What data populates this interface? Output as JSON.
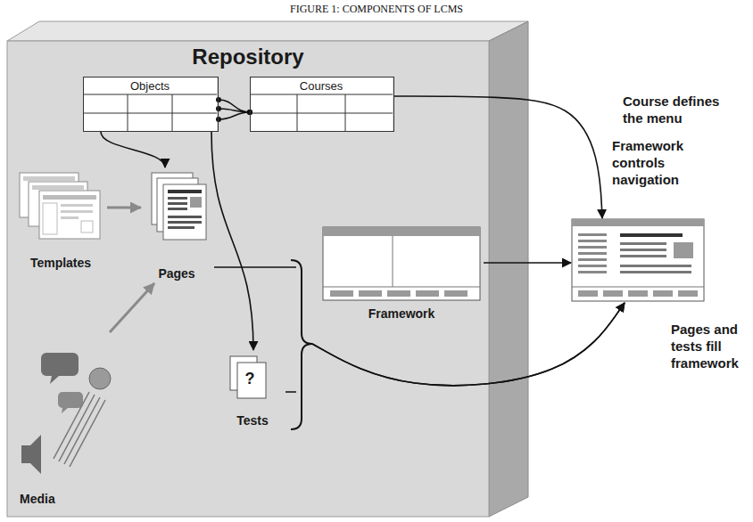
{
  "diagram": {
    "title": "FIGURE 1: COMPONENTS OF LCMS",
    "nodes": [
      {
        "text": [
          "Repository"
        ]
      },
      {
        "text": [
          "Objects"
        ],
        "in": 0
      },
      {
        "text": [
          "Courses"
        ],
        "in": 0
      },
      {
        "text": [
          "Templates"
        ],
        "in": 0
      },
      {
        "text": [
          "Pages"
        ],
        "in": 0
      },
      {
        "text": [
          "Media"
        ],
        "in": 0
      },
      {
        "text": [
          "?",
          "Tests"
        ],
        "in": 0
      },
      {
        "text": [
          "Framework"
        ],
        "in": 0
      },
      {
        "text": [
          "Framework controls navigation"
        ]
      }
    ],
    "edges": [
      {
        "from": 1,
        "to": 2,
        "arrow": "none"
      },
      {
        "from": 1,
        "to": 2,
        "arrow": "none"
      },
      {
        "from": 1,
        "to": 2,
        "arrow": "none"
      },
      {
        "from": 1,
        "to": 4,
        "arrow": "to"
      },
      {
        "from": 1,
        "to": 6,
        "arrow": "to"
      },
      {
        "from": 3,
        "to": 4,
        "arrow": "to"
      },
      {
        "from": 5,
        "to": 4,
        "arrow": "to"
      },
      {
        "from": 2,
        "to": 8,
        "arrow": "to"
      },
      {
        "from": 7,
        "to": 8,
        "arrow": "to"
      },
      {
        "from": 4,
        "to": 8,
        "arrow": "to"
      },
      {
        "from": 6,
        "to": 8,
        "arrow": "to"
      }
    ],
    "labels": [
      "Course defines the menu",
      "Pages and tests fill framework"
    ]
  }
}
